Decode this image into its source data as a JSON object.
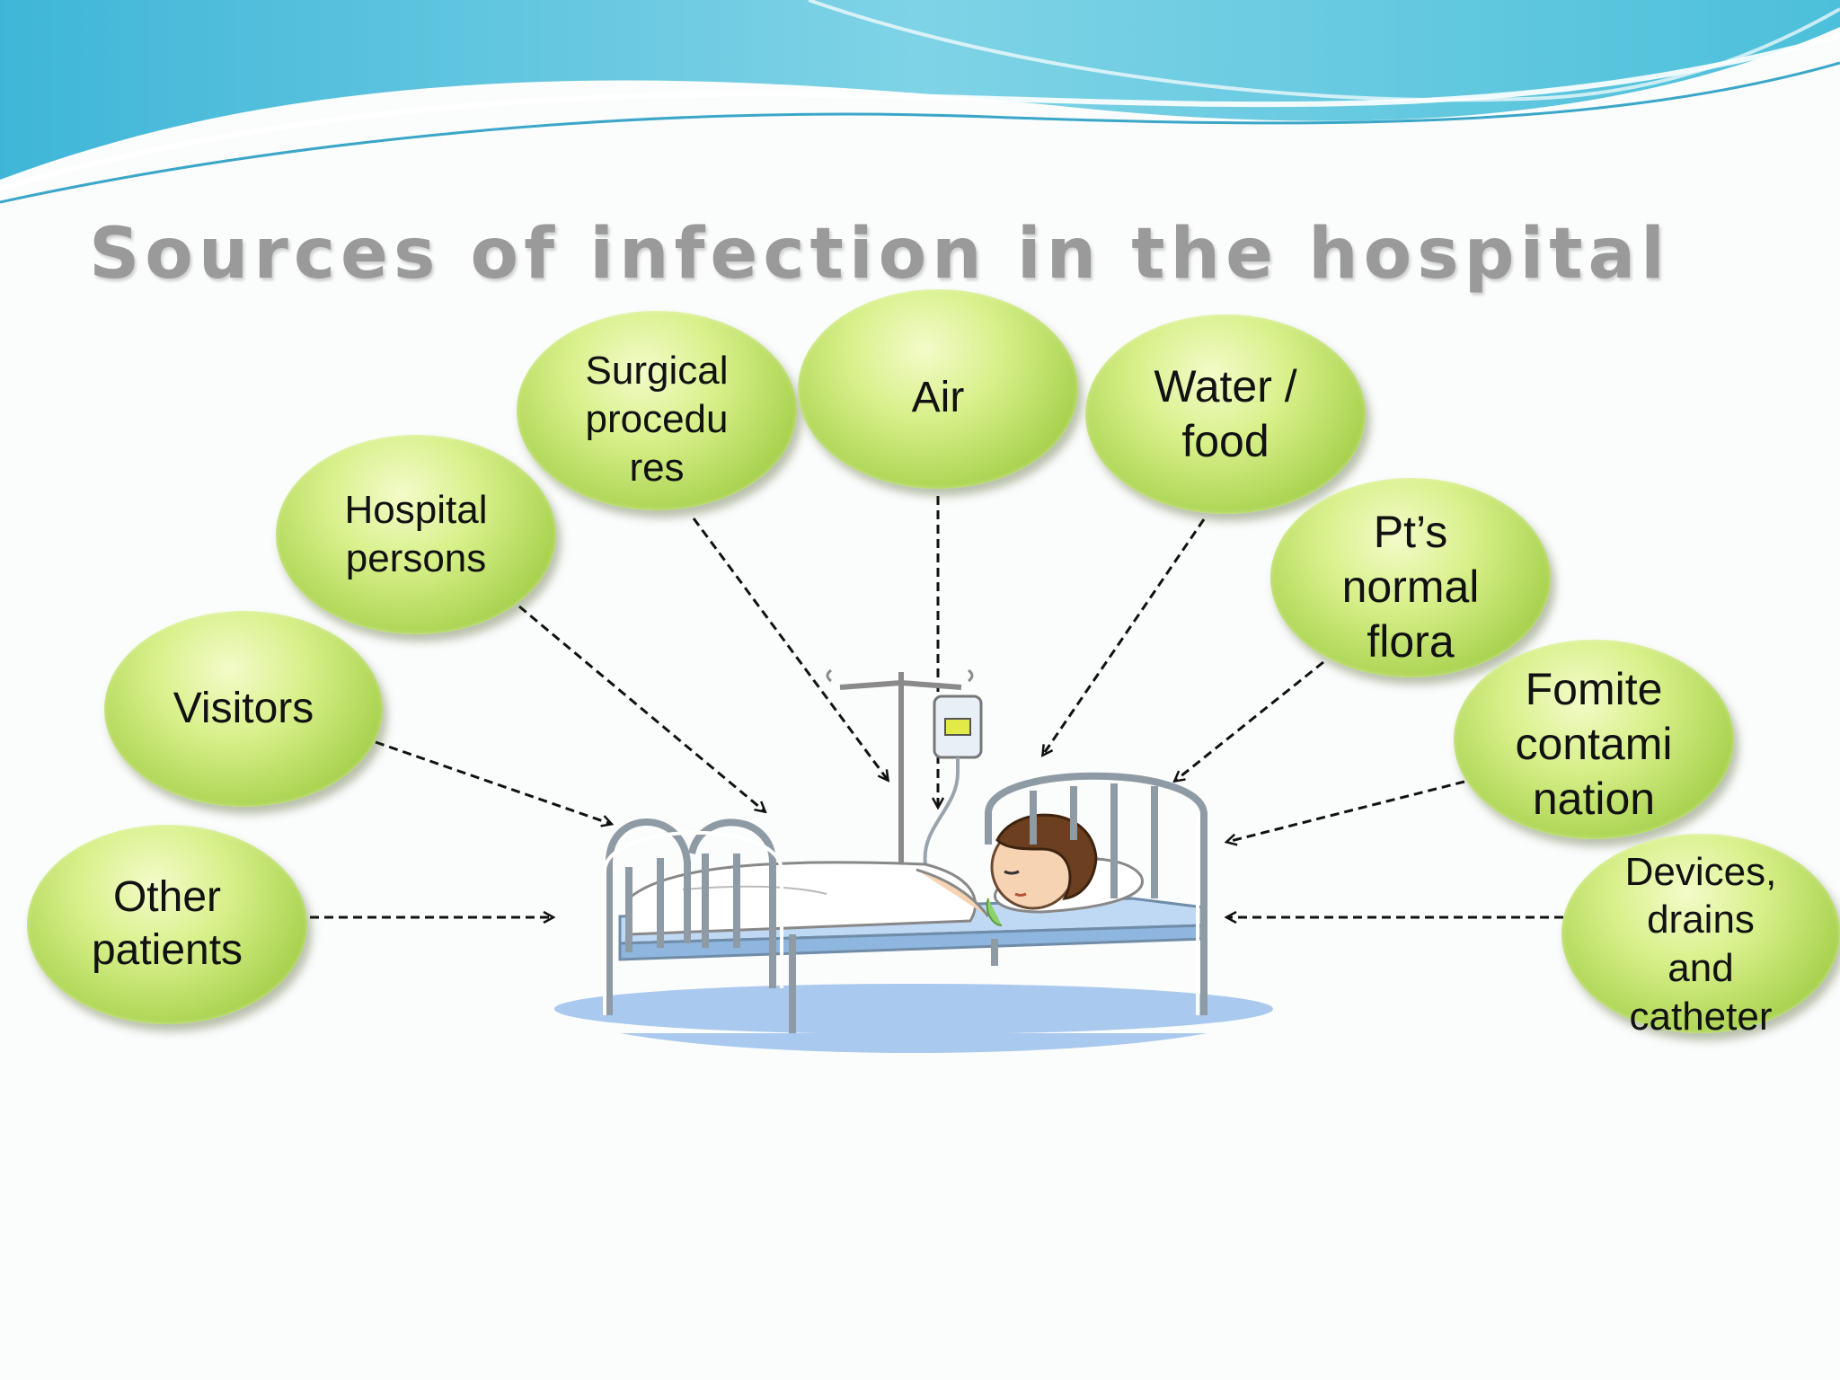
{
  "title": "Sources of infection in the hospital",
  "sources": [
    {
      "id": "other-patients",
      "label": "Other patients"
    },
    {
      "id": "visitors",
      "label": "Visitors"
    },
    {
      "id": "hospital-persons",
      "label": "Hospital persons"
    },
    {
      "id": "surgical-procedures",
      "label": "Surgical procedu res"
    },
    {
      "id": "air",
      "label": "Air"
    },
    {
      "id": "water-food",
      "label": "Water / food"
    },
    {
      "id": "normal-flora",
      "label": "Pt’s normal flora"
    },
    {
      "id": "fomite-contamination",
      "label": "Fomite contami nation"
    },
    {
      "id": "devices",
      "label": "Devices, drains and catheter"
    }
  ],
  "colors": {
    "bubble_green": "#a9d24f",
    "bubble_highlight": "#f3fbc9",
    "title_gray": "#9a9a9a",
    "header_blue": "#5cc4dc",
    "bed_blue": "#a9c9ee"
  },
  "illustration": "patient-in-hospital-bed-with-iv-drip"
}
